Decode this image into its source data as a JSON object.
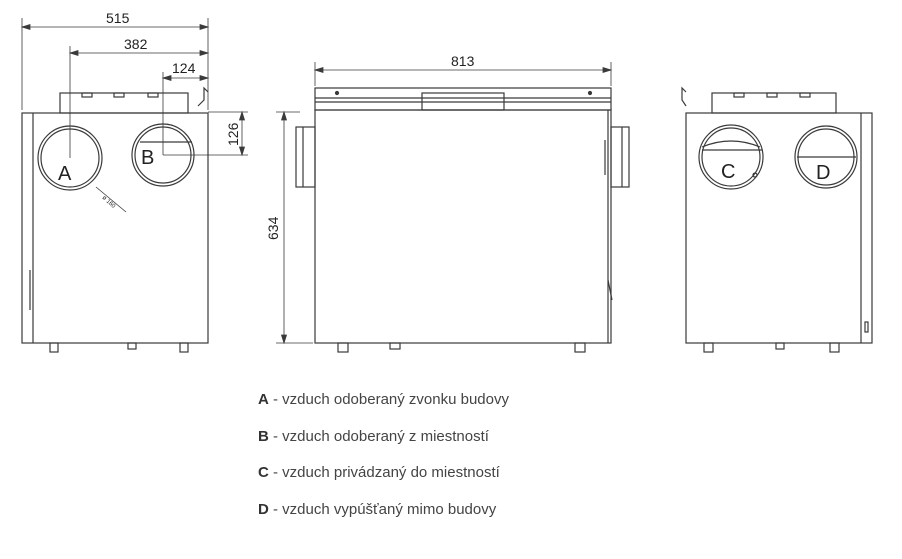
{
  "dimensions": {
    "overall_width": "515",
    "spigot_a_offset": "382",
    "spigot_b_offset": "124",
    "spigot_height_offset": "126",
    "spigot_diameter": "ø 160",
    "unit_length": "813",
    "unit_height": "634"
  },
  "ports": [
    {
      "letter": "A",
      "description": "- vzduch odoberaný zvonku budovy"
    },
    {
      "letter": "B",
      "description": "- vzduch odoberaný z miestností"
    },
    {
      "letter": "C",
      "description": "- vzduch privádzaný do miestností"
    },
    {
      "letter": "D",
      "description": "- vzduch vypúšťaný mimo budovy"
    }
  ],
  "colors": {
    "line": "#3a3a3a",
    "text": "#444444"
  }
}
